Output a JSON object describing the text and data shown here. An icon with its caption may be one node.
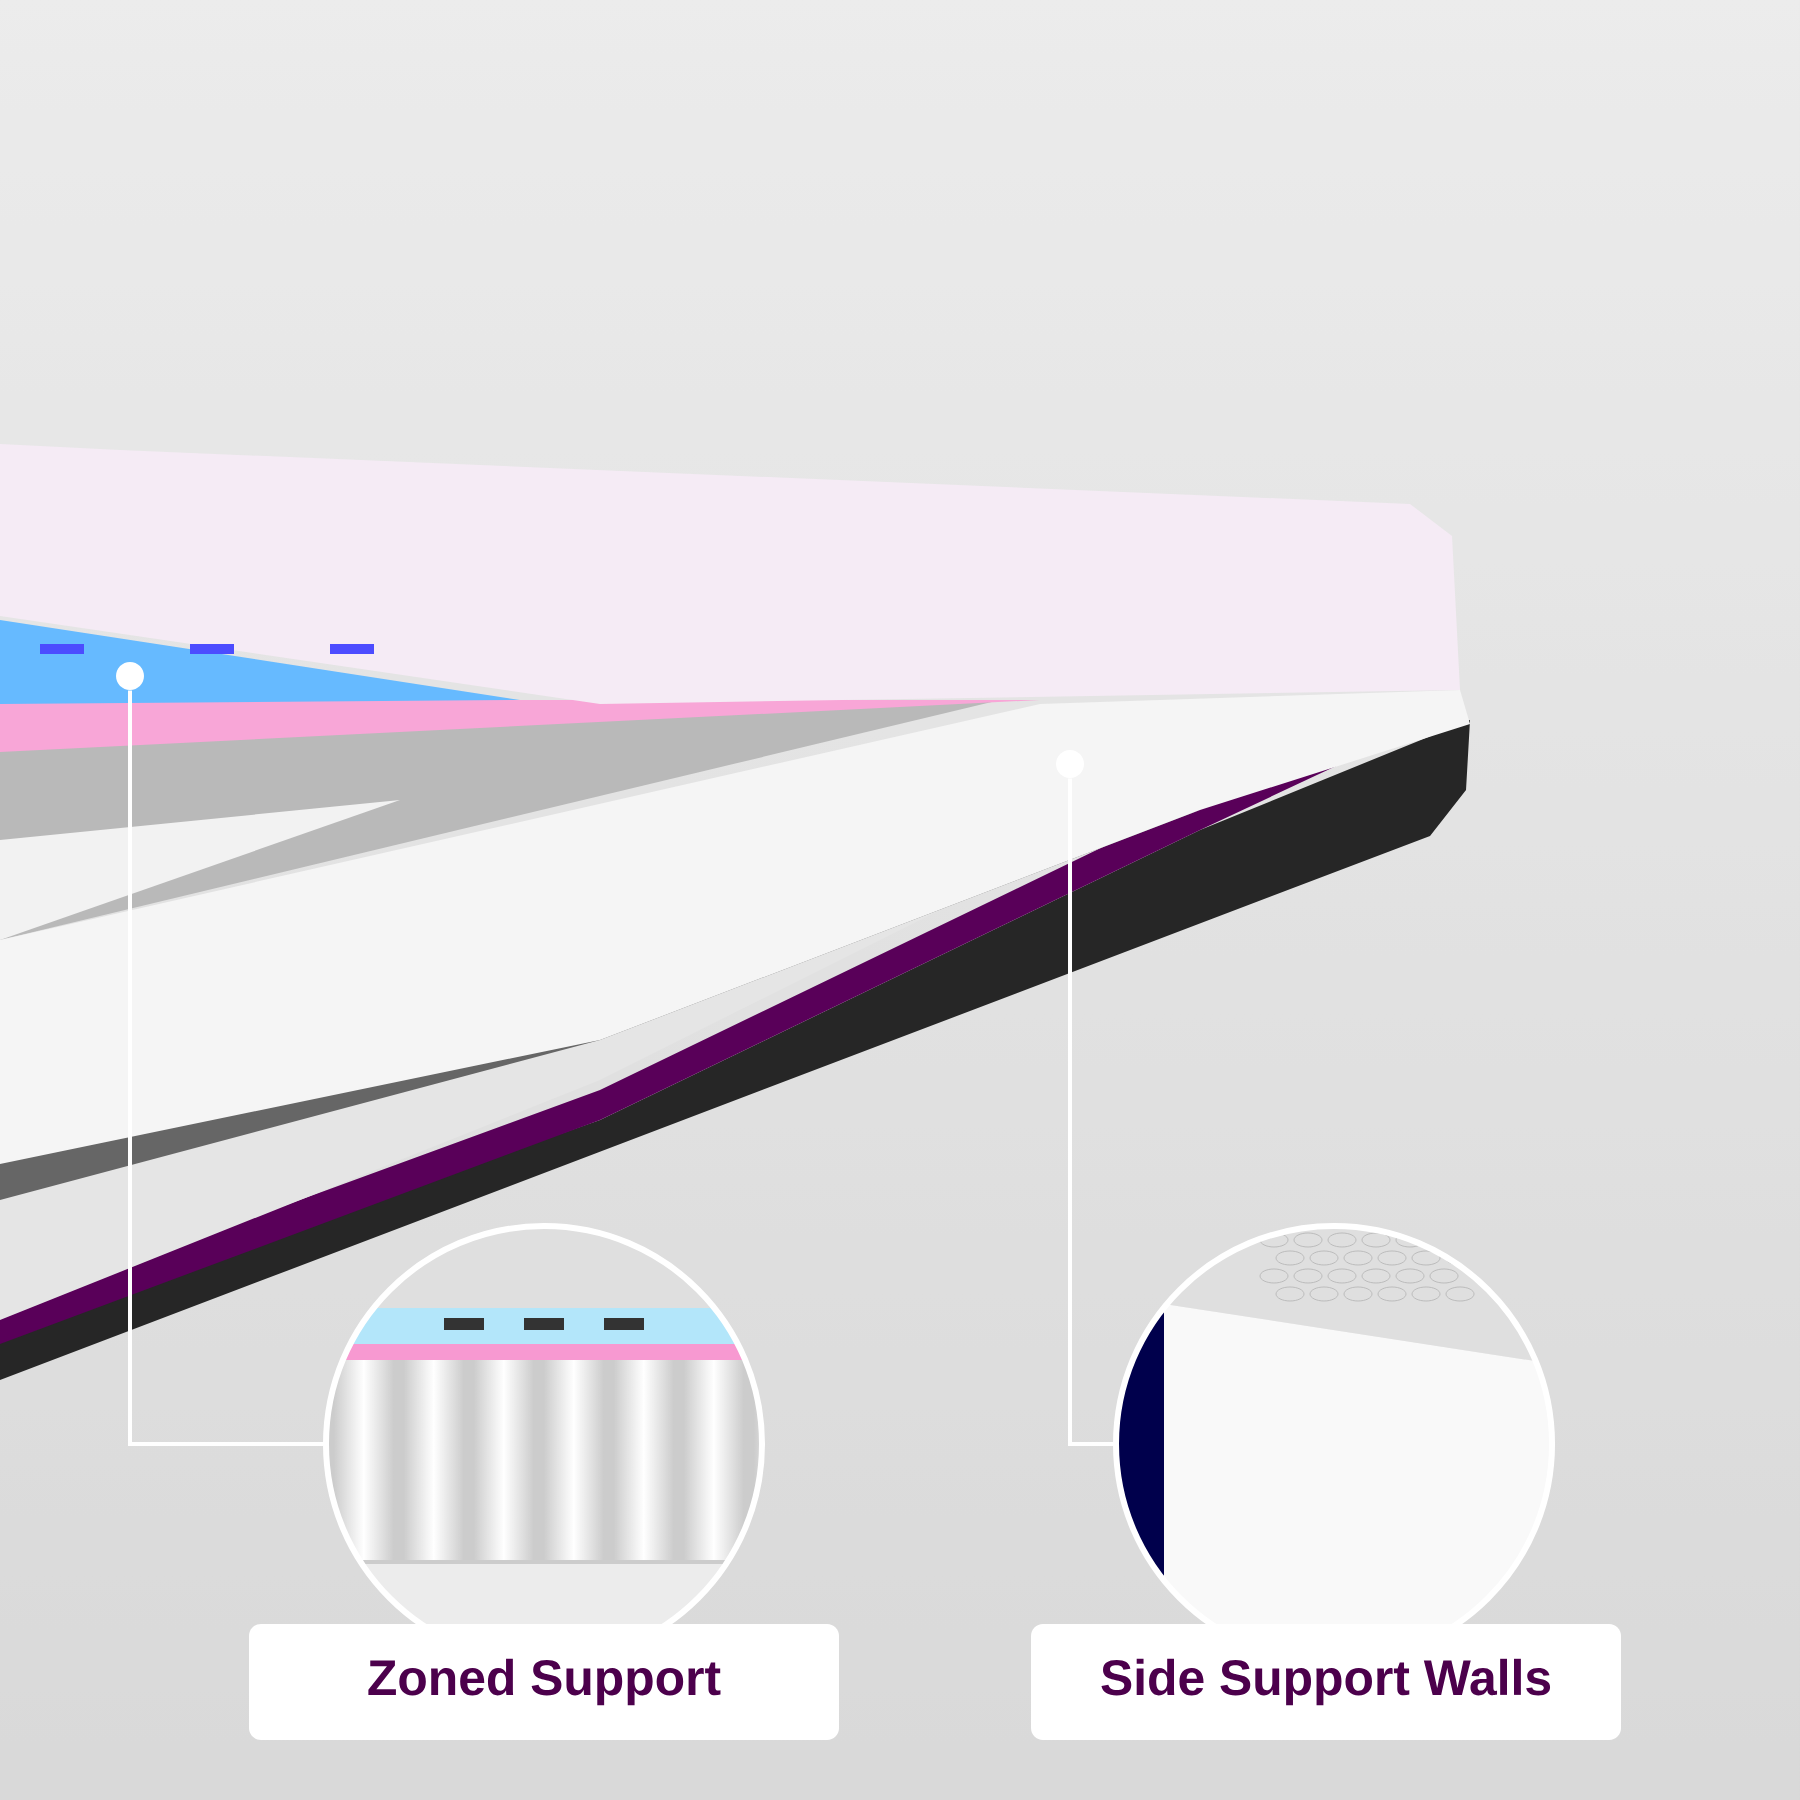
{
  "diagram": {
    "nodes": [
      {
        "text": [],
        "shape": "circle"
      },
      {
        "text": [],
        "shape": "picture"
      },
      {
        "text": [
          "Zoned Support"
        ]
      },
      {
        "text": [],
        "shape": "circle"
      },
      {
        "text": [],
        "shape": "picture"
      },
      {
        "text": [
          "Side Support Walls"
        ]
      }
    ],
    "edges": [
      {
        "from": 0,
        "to": 1,
        "arrow": "none"
      },
      {
        "from": 3,
        "to": 4,
        "arrow": "none"
      }
    ]
  }
}
